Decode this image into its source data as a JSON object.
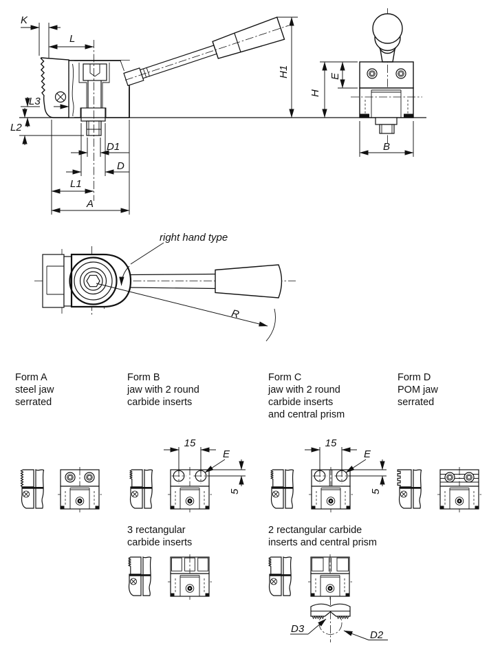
{
  "colors": {
    "ink": "#111111",
    "background": "#ffffff"
  },
  "labels": {
    "main": {
      "k": "K",
      "l": "L",
      "l3": "L3",
      "l2": "L2",
      "d1": "D1",
      "d": "D",
      "l1": "L1",
      "a": "A",
      "h1": "H1"
    },
    "side": {
      "h": "H",
      "e": "E",
      "b": "B"
    },
    "top": {
      "r": "R",
      "annotation": "right hand type"
    },
    "insert_dims": {
      "pitch": "15",
      "insert": "E",
      "depth": "5"
    },
    "detail": {
      "d3": "D3",
      "d2": "D2"
    }
  },
  "forms": [
    {
      "title": "Form A",
      "lines": [
        "steel jaw",
        "serrated"
      ]
    },
    {
      "title": "Form B",
      "lines": [
        "jaw with 2 round",
        "carbide inserts"
      ]
    },
    {
      "title": "Form C",
      "lines": [
        "jaw with 2 round",
        "carbide inserts",
        "and central prism"
      ]
    },
    {
      "title": "Form D",
      "lines": [
        "POM jaw",
        "serrated"
      ]
    }
  ],
  "variants": [
    {
      "lines": [
        "3 rectangular",
        "carbide inserts"
      ]
    },
    {
      "lines": [
        "2 rectangular carbide",
        "inserts and central prism"
      ]
    }
  ]
}
